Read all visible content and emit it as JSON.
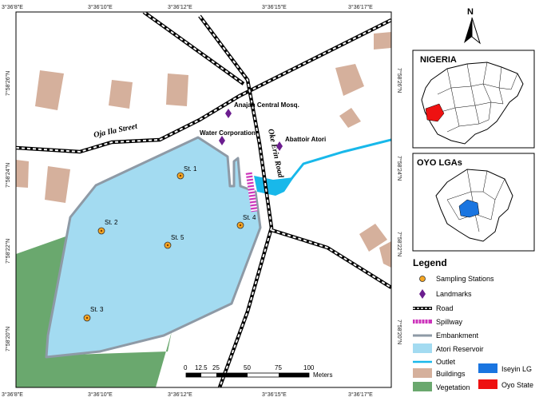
{
  "coords": {
    "top": [
      "3°36'8\"E",
      "3°36'10\"E",
      "3°36'12\"E",
      "3°36'15\"E",
      "3°36'17\"E"
    ],
    "bottom": [
      "3°36'8\"E",
      "3°36'10\"E",
      "3°36'12\"E",
      "3°36'15\"E",
      "3°36'17\"E"
    ],
    "left": [
      "7°58'26\"N",
      "7°58'24\"N",
      "7°58'22\"N",
      "7°58'20\"N"
    ],
    "right": [
      "7°58'26\"N",
      "7°58'24\"N",
      "7°58'22\"N",
      "7°58'20\"N"
    ]
  },
  "streets": {
    "oja_ila": "Oja Ila Street",
    "oke_erin": "Oke Erin Road"
  },
  "landmarks": {
    "mosque": "Anajah Central Mosq.",
    "water": "Water Corporation",
    "abattoir": "Abattoir Atori"
  },
  "stations": {
    "st1": "St. 1",
    "st2": "St. 2",
    "st3": "St. 3",
    "st4": "St. 4",
    "st5": "St. 5"
  },
  "scale": {
    "ticks": [
      "0",
      "12.5",
      "25",
      "50",
      "75",
      "100"
    ],
    "unit": "Meters"
  },
  "north": "N",
  "inset_nigeria": {
    "title": "NIGERIA"
  },
  "inset_oyo": {
    "title": "OYO LGAs"
  },
  "legend": {
    "title": "Legend",
    "items": [
      "Sampling Stations",
      "Landmarks",
      "Road",
      "Spillway",
      "Embankment",
      "Atori Reservoir",
      "Outlet",
      "Buildings",
      "Vegetation"
    ],
    "extra": [
      "Iseyin LG",
      "Oyo State"
    ]
  },
  "colors": {
    "reservoir": "#a3dbf1",
    "embankment": "#8e9aa6",
    "vegetation": "#6aa86e",
    "buildings": "#d5b09c",
    "outlet": "#18b8ea",
    "spillway": "#cc33bb",
    "landmark": "#6b1d8f",
    "station": "#f5a623",
    "iseyin": "#1a75e0",
    "oyo": "#ee1111"
  }
}
